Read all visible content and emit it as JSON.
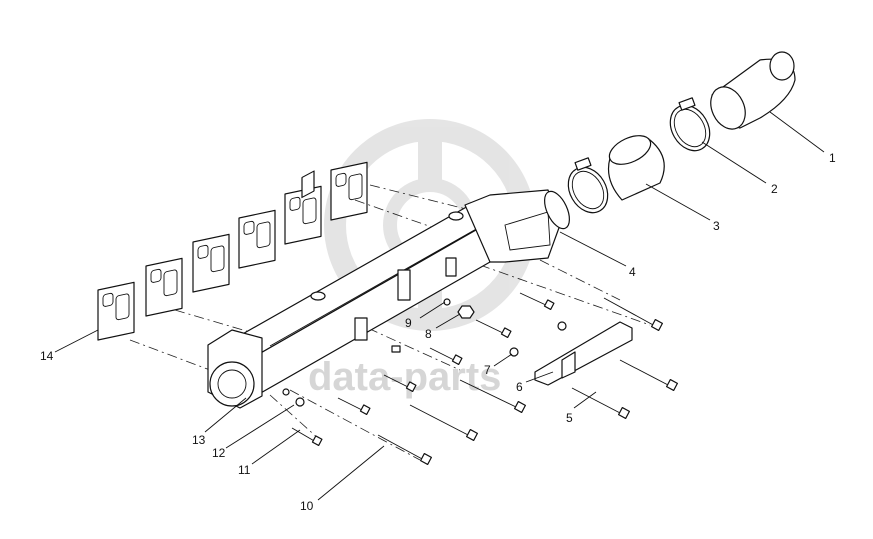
{
  "watermark": {
    "text": "data-parts"
  },
  "callouts": [
    {
      "label": "1"
    },
    {
      "label": "2"
    },
    {
      "label": "3"
    },
    {
      "label": "4"
    },
    {
      "label": "5"
    },
    {
      "label": "6"
    },
    {
      "label": "7"
    },
    {
      "label": "8"
    },
    {
      "label": "9"
    },
    {
      "label": "10"
    },
    {
      "label": "11"
    },
    {
      "label": "12"
    },
    {
      "label": "13"
    },
    {
      "label": "14"
    }
  ],
  "colors": {
    "line": "#111111",
    "watermark": "#d6d6d6"
  }
}
